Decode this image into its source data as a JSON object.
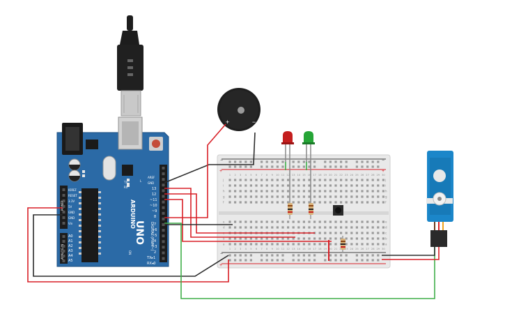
{
  "arduino": {
    "brand": "ARDUINO",
    "model": "UNO",
    "on_label": "ON",
    "tx_label": "TX",
    "rx_label": "RX",
    "l_label": "L",
    "digital_label": "DIGITAL (PWM~)",
    "power_header_labels": [
      "IOREF",
      "RESET",
      "3.3V",
      "5V",
      "GND",
      "GND",
      "Vin"
    ],
    "analog_header_labels": [
      "A0",
      "A1",
      "A2",
      "A3",
      "A4",
      "A5"
    ],
    "analog_label": "ANALOG IN",
    "power_label": "POWER",
    "digital_header_labels": [
      "AREF",
      "GND",
      "13",
      "12",
      "~11",
      "~10",
      "~9",
      "8",
      "7",
      "~6",
      "~5",
      "4",
      "~3",
      "2",
      "TX▸1",
      "RX◂0"
    ]
  },
  "breadboard": {
    "columns": [
      "1",
      "2",
      "3",
      "4",
      "5",
      "6",
      "7",
      "8",
      "9",
      "10",
      "11",
      "12",
      "13",
      "14",
      "15",
      "16",
      "17",
      "18",
      "19",
      "20",
      "21",
      "22",
      "23",
      "24",
      "25",
      "26",
      "27",
      "28",
      "29",
      "30"
    ],
    "rows_top": [
      "j",
      "i",
      "h",
      "g",
      "f"
    ],
    "rows_bottom": [
      "e",
      "d",
      "c",
      "b",
      "a"
    ],
    "plus": "+",
    "minus": "−"
  },
  "buzzer": {
    "plus": "+",
    "minus": "−"
  },
  "colors": {
    "wire_red": "#d81f26",
    "wire_black": "#2b2b2b",
    "wire_green": "#3fae49",
    "pcb_blue": "#2b6aa6",
    "led_red": "#c41e1e",
    "led_green": "#26a537",
    "servo_blue": "#1b86c9"
  },
  "icons": [
    "usb-cable-icon",
    "buzzer-icon",
    "servo-icon",
    "pushbutton-icon"
  ]
}
